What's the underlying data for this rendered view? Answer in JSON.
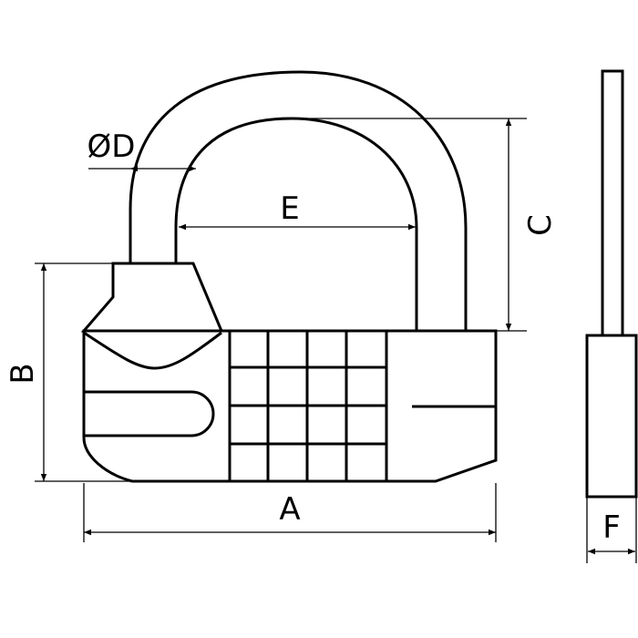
{
  "labels": {
    "A": "A",
    "B": "B",
    "C": "C",
    "D": "ØD",
    "E": "E",
    "F": "F"
  },
  "colors": {
    "line": "#000000",
    "background": "#ffffff"
  }
}
